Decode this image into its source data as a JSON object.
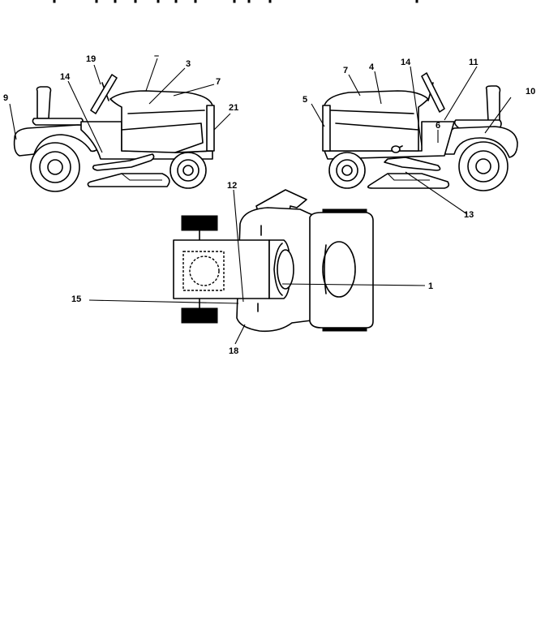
{
  "diagram": {
    "labels": {
      "l19": "19",
      "l_dash": "–",
      "l3": "3",
      "l7a": "7",
      "l9": "9",
      "l14a": "14",
      "l21": "21",
      "l7b": "7",
      "l4": "4",
      "l14b": "14",
      "l11": "11",
      "l10": "10",
      "l5": "5",
      "l6": "6",
      "l13": "13",
      "l12": "12",
      "l1": "1",
      "l15": "15",
      "l18": "18"
    }
  }
}
